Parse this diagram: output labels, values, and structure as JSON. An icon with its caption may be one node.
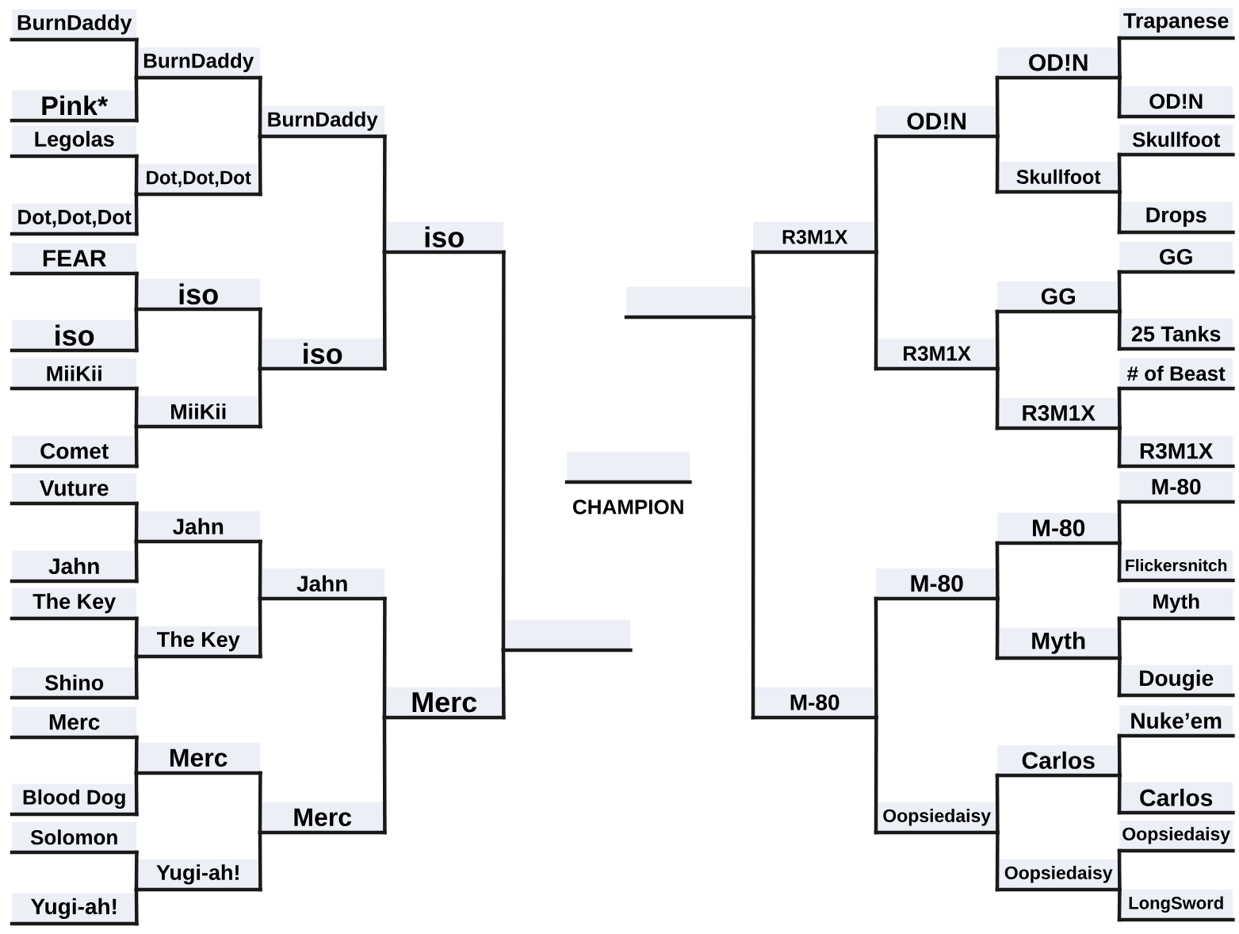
{
  "diagram": {
    "nodes": [
      {
        "text": [
          "BurnDaddy"
        ]
      },
      {
        "text": [
          "Pink*"
        ]
      },
      {
        "text": [
          "Legolas"
        ]
      },
      {
        "text": [
          "Dot,Dot,Dot"
        ]
      },
      {
        "text": [
          "FEAR"
        ]
      },
      {
        "text": [
          "iso"
        ]
      },
      {
        "text": [
          "MiiKii"
        ]
      },
      {
        "text": [
          "Comet"
        ]
      },
      {
        "text": [
          "Vuture"
        ]
      },
      {
        "text": [
          "Jahn"
        ]
      },
      {
        "text": [
          "The Key"
        ]
      },
      {
        "text": [
          "Shino"
        ]
      },
      {
        "text": [
          "Merc"
        ]
      },
      {
        "text": [
          "Blood Dog"
        ]
      },
      {
        "text": [
          "Solomon"
        ]
      },
      {
        "text": [
          "Yugi-ah!"
        ]
      },
      {
        "text": [
          "BurnDaddy"
        ]
      },
      {
        "text": [
          "Dot,Dot,Dot"
        ]
      },
      {
        "text": [
          "iso"
        ]
      },
      {
        "text": [
          "MiiKii"
        ]
      },
      {
        "text": [
          "Jahn"
        ]
      },
      {
        "text": [
          "The Key"
        ]
      },
      {
        "text": [
          "Merc"
        ]
      },
      {
        "text": [
          "Yugi-ah!"
        ]
      },
      {
        "text": [
          "BurnDaddy"
        ]
      },
      {
        "text": [
          "iso"
        ]
      },
      {
        "text": [
          "Jahn"
        ]
      },
      {
        "text": [
          "Merc"
        ]
      },
      {
        "text": [
          "iso"
        ]
      },
      {
        "text": [
          "Merc"
        ]
      },
      {
        "text": [],
        "shape": "bar"
      },
      {
        "text": [],
        "shape": "bar",
        "beside": [
          "CHAMPION"
        ]
      },
      {
        "text": [],
        "shape": "bar"
      },
      {
        "text": [
          "R3M1X"
        ]
      },
      {
        "text": [
          "M-80"
        ]
      },
      {
        "text": [
          "OD!N"
        ]
      },
      {
        "text": [
          "R3M1X"
        ]
      },
      {
        "text": [
          "M-80"
        ]
      },
      {
        "text": [
          "Oopsiedaisy"
        ]
      },
      {
        "text": [
          "OD!N"
        ]
      },
      {
        "text": [
          "Skullfoot"
        ]
      },
      {
        "text": [
          "GG"
        ]
      },
      {
        "text": [
          "R3M1X"
        ]
      },
      {
        "text": [
          "M-80"
        ]
      },
      {
        "text": [
          "Myth"
        ]
      },
      {
        "text": [
          "Carlos"
        ]
      },
      {
        "text": [
          "Oopsiedaisy"
        ]
      },
      {
        "text": [
          "Trapanese"
        ]
      },
      {
        "text": [
          "OD!N"
        ]
      },
      {
        "text": [
          "Skullfoot"
        ]
      },
      {
        "text": [
          "Drops"
        ]
      },
      {
        "text": [
          "GG"
        ]
      },
      {
        "text": [
          "25 Tanks"
        ]
      },
      {
        "text": [
          "# of Beast"
        ]
      },
      {
        "text": [
          "R3M1X"
        ]
      },
      {
        "text": [
          "M-80"
        ]
      },
      {
        "text": [
          "Flickersnitch"
        ]
      },
      {
        "text": [
          "Myth"
        ]
      },
      {
        "text": [
          "Dougie"
        ]
      },
      {
        "text": [
          "Nuke’em"
        ]
      },
      {
        "text": [
          "Carlos"
        ]
      },
      {
        "text": [
          "Oopsiedaisy"
        ]
      },
      {
        "text": [
          "LongSword"
        ]
      }
    ],
    "edges": [
      {
        "from": 0,
        "to": 16,
        "arrow": "none"
      },
      {
        "from": 1,
        "to": 16,
        "arrow": "none"
      },
      {
        "from": 2,
        "to": 17,
        "arrow": "none"
      },
      {
        "from": 3,
        "to": 17,
        "arrow": "none"
      },
      {
        "from": 4,
        "to": 18,
        "arrow": "none"
      },
      {
        "from": 5,
        "to": 18,
        "arrow": "none"
      },
      {
        "from": 6,
        "to": 19,
        "arrow": "none"
      },
      {
        "from": 7,
        "to": 19,
        "arrow": "none"
      },
      {
        "from": 8,
        "to": 20,
        "arrow": "none"
      },
      {
        "from": 9,
        "to": 20,
        "arrow": "none"
      },
      {
        "from": 10,
        "to": 21,
        "arrow": "none"
      },
      {
        "from": 11,
        "to": 21,
        "arrow": "none"
      },
      {
        "from": 12,
        "to": 22,
        "arrow": "none"
      },
      {
        "from": 13,
        "to": 22,
        "arrow": "none"
      },
      {
        "from": 14,
        "to": 23,
        "arrow": "none"
      },
      {
        "from": 15,
        "to": 23,
        "arrow": "none"
      },
      {
        "from": 16,
        "to": 24,
        "arrow": "none"
      },
      {
        "from": 17,
        "to": 24,
        "arrow": "none"
      },
      {
        "from": 18,
        "to": 25,
        "arrow": "none"
      },
      {
        "from": 19,
        "to": 25,
        "arrow": "none"
      },
      {
        "from": 20,
        "to": 26,
        "arrow": "none"
      },
      {
        "from": 21,
        "to": 26,
        "arrow": "none"
      },
      {
        "from": 22,
        "to": 27,
        "arrow": "none"
      },
      {
        "from": 23,
        "to": 27,
        "arrow": "none"
      },
      {
        "from": 24,
        "to": 28,
        "arrow": "none"
      },
      {
        "from": 25,
        "to": 28,
        "arrow": "none"
      },
      {
        "from": 26,
        "to": 29,
        "arrow": "none"
      },
      {
        "from": 27,
        "to": 29,
        "arrow": "none"
      },
      {
        "from": 28,
        "to": 30,
        "arrow": "none"
      },
      {
        "from": 29,
        "to": 30,
        "arrow": "none"
      },
      {
        "from": 33,
        "to": 32,
        "arrow": "none"
      },
      {
        "from": 34,
        "to": 32,
        "arrow": "none"
      },
      {
        "from": 35,
        "to": 33,
        "arrow": "none"
      },
      {
        "from": 36,
        "to": 33,
        "arrow": "none"
      },
      {
        "from": 37,
        "to": 34,
        "arrow": "none"
      },
      {
        "from": 38,
        "to": 34,
        "arrow": "none"
      },
      {
        "from": 39,
        "to": 35,
        "arrow": "none"
      },
      {
        "from": 40,
        "to": 35,
        "arrow": "none"
      },
      {
        "from": 41,
        "to": 36,
        "arrow": "none"
      },
      {
        "from": 42,
        "to": 36,
        "arrow": "none"
      },
      {
        "from": 43,
        "to": 37,
        "arrow": "none"
      },
      {
        "from": 44,
        "to": 37,
        "arrow": "none"
      },
      {
        "from": 45,
        "to": 38,
        "arrow": "none"
      },
      {
        "from": 46,
        "to": 38,
        "arrow": "none"
      },
      {
        "from": 47,
        "to": 39,
        "arrow": "none"
      },
      {
        "from": 48,
        "to": 39,
        "arrow": "none"
      },
      {
        "from": 49,
        "to": 40,
        "arrow": "none"
      },
      {
        "from": 50,
        "to": 40,
        "arrow": "none"
      },
      {
        "from": 51,
        "to": 41,
        "arrow": "none"
      },
      {
        "from": 52,
        "to": 41,
        "arrow": "none"
      },
      {
        "from": 53,
        "to": 42,
        "arrow": "none"
      },
      {
        "from": 54,
        "to": 42,
        "arrow": "none"
      },
      {
        "from": 55,
        "to": 43,
        "arrow": "none"
      },
      {
        "from": 56,
        "to": 43,
        "arrow": "none"
      },
      {
        "from": 57,
        "to": 44,
        "arrow": "none"
      },
      {
        "from": 58,
        "to": 44,
        "arrow": "none"
      },
      {
        "from": 59,
        "to": 45,
        "arrow": "none"
      },
      {
        "from": 60,
        "to": 45,
        "arrow": "none"
      },
      {
        "from": 61,
        "to": 46,
        "arrow": "none"
      },
      {
        "from": 62,
        "to": 46,
        "arrow": "none"
      }
    ]
  }
}
